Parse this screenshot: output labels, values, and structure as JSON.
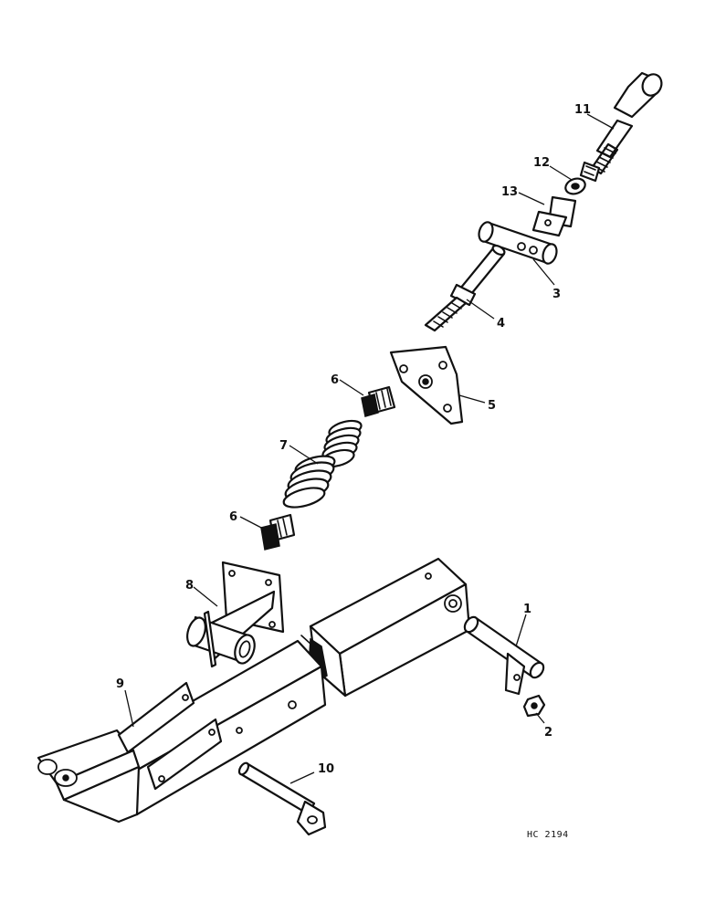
{
  "callouts": {
    "c1": "1",
    "c2": "2",
    "c3": "3",
    "c4": "4",
    "c5": "5",
    "c6a": "6",
    "c6b": "6",
    "c7": "7",
    "c8": "8",
    "c9": "9",
    "c10": "10",
    "c11": "11",
    "c12": "12",
    "c13": "13"
  },
  "drawing_code": "HC 2194"
}
